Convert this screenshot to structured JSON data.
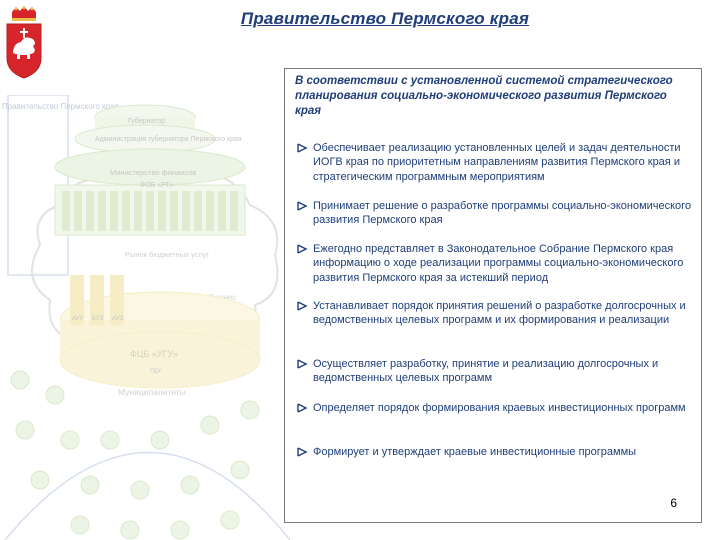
{
  "header": {
    "title": "Правительство Пермского края"
  },
  "diagram": {
    "labels": {
      "gov": "Правительство Пермского края",
      "gov_top": "Губернатор",
      "admin": "Администрация губернатора Пермского края",
      "ministry": "Министерство финансов",
      "fund": "ФОБ «РТ»",
      "market": "Рынок бюджетных услуг",
      "business": "Бизнес",
      "bgu": "ФЦБ «УГУ»",
      "municipal": "Муниципалитеты",
      "auu1": "АУУ",
      "auu2": "БУЗ",
      "auu3": "АУЗ",
      "gsi": "ГБУ"
    }
  },
  "content": {
    "intro": "В соответствии с установленной системой стратегического планирования социально-экономического развития Пермского края",
    "items": [
      "Обеспечивает реализацию установленных целей и задач деятельности ИОГВ края по приоритетным направлениям развития Пермского края и стратегическим программным мероприятиям",
      "Принимает решение о разработке программы социально-экономического развития Пермского края",
      "Ежегодно представляет в Законодательное Собрание Пермского края информацию о ходе реализации программы социально-экономического развития Пермского края за истекший период",
      "Устанавливает порядок принятия решений о разработке долгосрочных и ведомственных целевых программ и их формирования и реализации",
      "Осуществляет разработку, принятие и реализацию долгосрочных и ведомственных целевых программ",
      "Определяет порядок формирования краевых инвестиционных программ",
      "Формирует и утверждает краевые инвестиционные программы"
    ],
    "page_number": "6"
  },
  "colors": {
    "title": "#1f3e7a",
    "text": "#1f3e7a",
    "emblem_red": "#d7262b",
    "diagram_green": "#7fb24a",
    "diagram_yellow": "#e2c23a",
    "diagram_blue": "#6f8fc5"
  }
}
